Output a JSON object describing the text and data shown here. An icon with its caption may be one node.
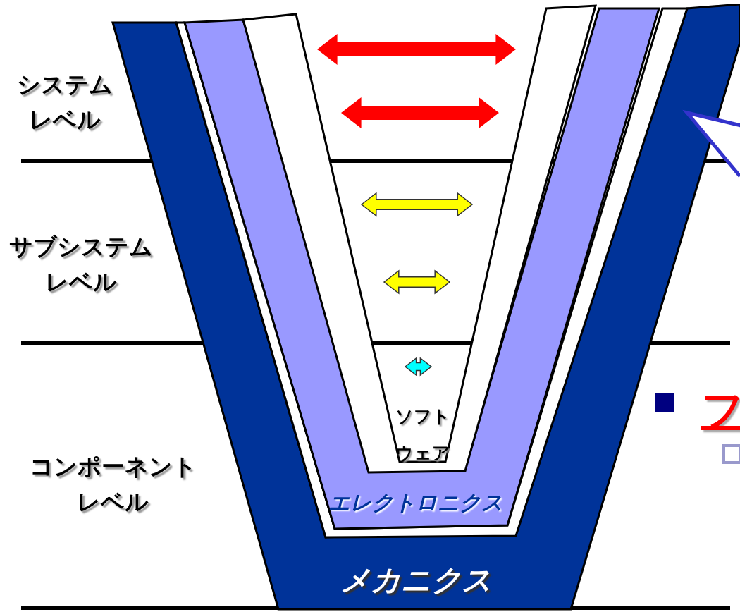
{
  "diagram": {
    "nodes": [
      {
        "text": [
          "メカニクス"
        ]
      },
      {
        "text": [
          "エレクトロニクス"
        ]
      },
      {
        "text": [
          "ソフトウェア"
        ]
      }
    ],
    "labels": [
      "システムレベル",
      "サブシステムレベル",
      "コンポーネントレベル",
      "フ"
    ]
  }
}
